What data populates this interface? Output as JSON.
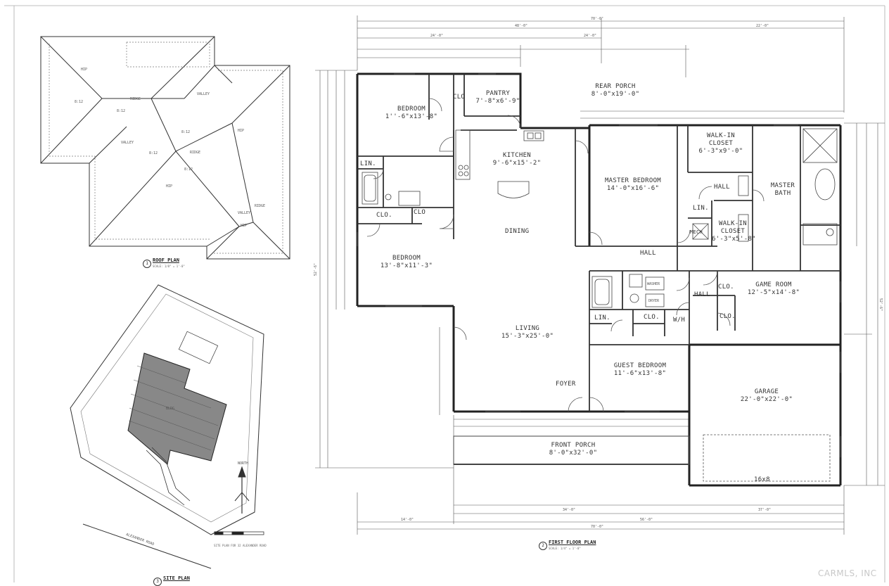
{
  "rooms": {
    "rear_porch": {
      "name": "REAR PORCH",
      "dim": "8'-0\"x19'-0\""
    },
    "bedroom_1": {
      "name": "BEDROOM",
      "dim": "1''-6\"x13'-8\""
    },
    "pantry": {
      "name": "PANTRY",
      "dim": "7'-8\"x6'-9\""
    },
    "clo_pantry": "CLO",
    "kitchen": {
      "name": "KITCHEN",
      "dim": "9'-6\"x15'-2\""
    },
    "lin_1": "LIN.",
    "clo_1": "CLO.",
    "clo_2": "CLO",
    "dining": "DINING",
    "bedroom_2": {
      "name": "BEDROOM",
      "dim": "13'-8\"x11'-3\""
    },
    "master_bedroom": {
      "name": "MASTER BEDROOM",
      "dim": "14'-0\"x16'-6\""
    },
    "walk_in_1": {
      "l1": "WALK-IN",
      "l2": "CLOSET",
      "dim": "6'-3\"x9'-0\""
    },
    "hall_master": "HALL",
    "master_bath": {
      "l1": "MASTER",
      "l2": "BATH"
    },
    "lin_master": "LIN.",
    "mech": "MECH",
    "walk_in_2": {
      "l1": "WALK-IN",
      "l2": "CLOSET",
      "dim": "6'-3\"x5'-8\""
    },
    "hall_main": "HALL",
    "game_room": {
      "name": "GAME ROOM",
      "dim": "12'-5\"x14'-8\""
    },
    "hall_game": "HALL",
    "clo_game_1": "CLO.",
    "clo_game_2": "CLO.",
    "lin_2": "LIN.",
    "clo_3": "CLO.",
    "wh": "W/H",
    "washer": "WASHER",
    "dryer": "DRYER",
    "living": {
      "name": "LIVING",
      "dim": "15'-3\"x25'-0\""
    },
    "guest_bedroom": {
      "name": "GUEST BEDROOM",
      "dim": "11'-6\"x13'-8\""
    },
    "foyer": "FOYER",
    "garage": {
      "name": "GARAGE",
      "dim": "22'-0\"x22'-0\""
    },
    "front_porch": {
      "name": "FRONT PORCH",
      "dim": "8'-0\"x32'-0\""
    },
    "garage_door": "16x8"
  },
  "dimensions": {
    "overall_top": "70'-0\"",
    "top_left": "48'-0\"",
    "top_right": "22'-0\"",
    "top_24a": "24'-0\"",
    "top_24b": "24'-0\"",
    "overall_bottom": "70'-0\"",
    "bottom_14": "14'-0\"",
    "bottom_56": "56'-0\"",
    "bottom_34": "34'-0\"",
    "bottom_37": "37'-0\"",
    "side_right": "52'-6\"",
    "side_left": "52'-6\""
  },
  "titles": {
    "roof_plan": {
      "num": "1",
      "label": "ROOF PLAN",
      "scale": "SCALE: 1/8\" = 1'-0\""
    },
    "floor_plan": {
      "num": "2",
      "label": "FIRST FLOOR PLAN",
      "scale": "SCALE: 1/4\" = 1'-0\""
    },
    "site_plan": {
      "num": "3",
      "label": "SITE PLAN"
    }
  },
  "roof_labels": {
    "hip": "HIP",
    "ridge": "RIDGE",
    "valley": "VALLEY",
    "pitch": "8:12"
  },
  "site": {
    "road": "ALEXANDER ROAD",
    "north": "NORTH",
    "house": "BLDG",
    "scale_caption": "SITE PLAN FOR 32 ALEXANDER ROAD"
  },
  "watermark": "CARMLS, INC"
}
